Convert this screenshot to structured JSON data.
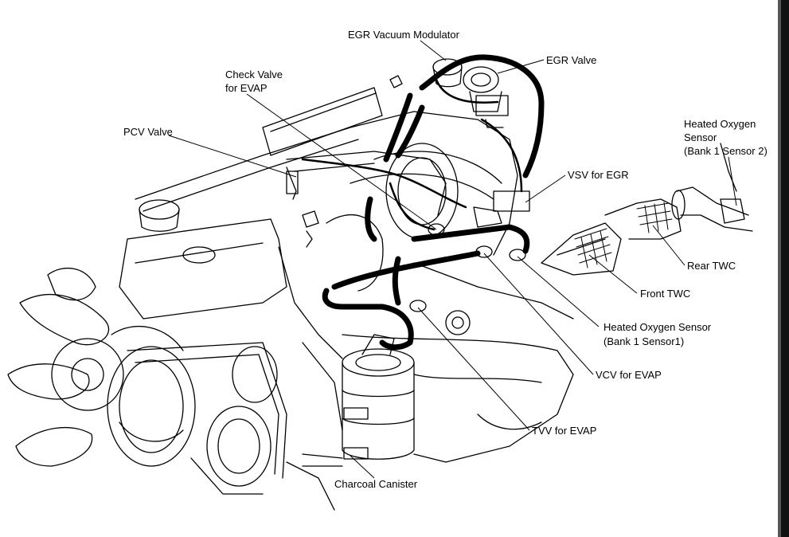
{
  "labels": {
    "egr_vacuum_modulator": "EGR Vacuum Modulator",
    "egr_valve": "EGR Valve",
    "check_valve_line1": "Check Valve",
    "check_valve_line2": "for EVAP",
    "pcv_valve": "PCV Valve",
    "heated_o2_bank1_s2_line1": "Heated Oxygen",
    "heated_o2_bank1_s2_line2": "Sensor",
    "heated_o2_bank1_s2_line3": "(Bank 1 Sensor 2)",
    "vsv_for_egr": "VSV for EGR",
    "rear_twc": "Rear TWC",
    "front_twc": "Front TWC",
    "heated_o2_bank1_s1_line1": "Heated Oxygen Sensor",
    "heated_o2_bank1_s1_line2": "(Bank 1 Sensor1)",
    "vcv_for_evap": "VCV for EVAP",
    "tvv_for_evap": "TVV for EVAP",
    "charcoal_canister": "Charcoal Canister"
  }
}
